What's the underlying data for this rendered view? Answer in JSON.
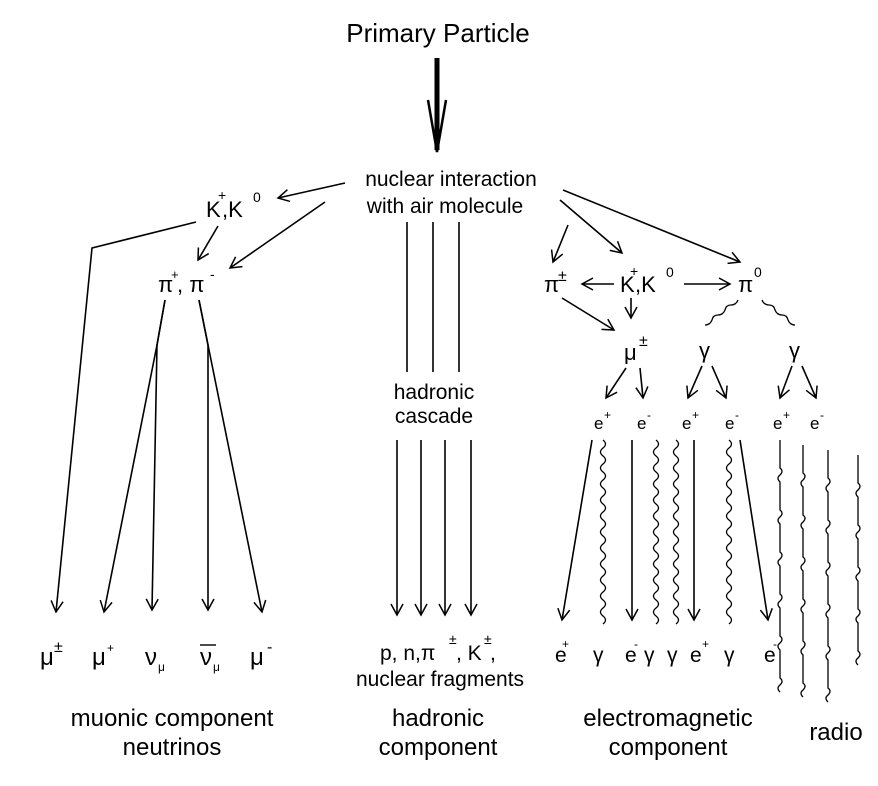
{
  "title": "Primary Particle",
  "nodes": {
    "interaction_line1": "nuclear interaction",
    "interaction_line2": "with air molecule",
    "kaon_left": "K",
    "kaon_left_charge": "+",
    "kaon_left_zero": ",K",
    "kaon_left_zero_sup": "0",
    "pion_left_a": "π",
    "pion_left_a_sup": "+",
    "pion_left_b": ", π",
    "pion_left_b_sup": "-",
    "hadronic_line1": "hadronic",
    "hadronic_line2": "cascade",
    "pion_right": "π",
    "pion_right_sup": "±",
    "kaon_right": "K",
    "kaon_right_sup": "+",
    "kaon_right_zero": ",K",
    "kaon_right_zero_sup": "0",
    "pion_zero": "π",
    "pion_zero_sup": "0",
    "muon_mid": "μ",
    "muon_mid_sup": "±",
    "gamma_a": "γ",
    "gamma_b": "γ",
    "pair": {
      "positron": "e",
      "positron_sup": "+",
      "electron": "e",
      "electron_sup": "-"
    }
  },
  "bottom_products": {
    "muonic": [
      {
        "base": "μ",
        "sup": "±",
        "sub": ""
      },
      {
        "base": "μ",
        "sup": "+",
        "sub": ""
      },
      {
        "base": "ν",
        "sup": "",
        "sub": "μ"
      },
      {
        "base": "ν",
        "sup": "",
        "sub": "μ",
        "overline": true
      },
      {
        "base": "μ",
        "sup": "-",
        "sub": ""
      }
    ],
    "hadronic_line1": "p, n,π",
    "hadronic_line1_sup": "±",
    "hadronic_line1_mid": ", K",
    "hadronic_line1_sup2": "±",
    "hadronic_line1_end": ",",
    "hadronic_line2": "nuclear fragments",
    "em": [
      {
        "base": "e",
        "sup": "+"
      },
      {
        "base": "γ",
        "sup": ""
      },
      {
        "base": "e",
        "sup": "-"
      },
      {
        "base": "γ",
        "sup": ""
      },
      {
        "base": "γ",
        "sup": ""
      },
      {
        "base": "e",
        "sup": "+"
      },
      {
        "base": "γ",
        "sup": ""
      },
      {
        "base": "e",
        "sup": "-"
      }
    ]
  },
  "components": {
    "muonic_line1": "muonic component",
    "muonic_line2": "neutrinos",
    "hadronic_line1": "hadronic",
    "hadronic_line2": "component",
    "em_line1": "electromagnetic",
    "em_line2": "component",
    "radio": "radio"
  }
}
